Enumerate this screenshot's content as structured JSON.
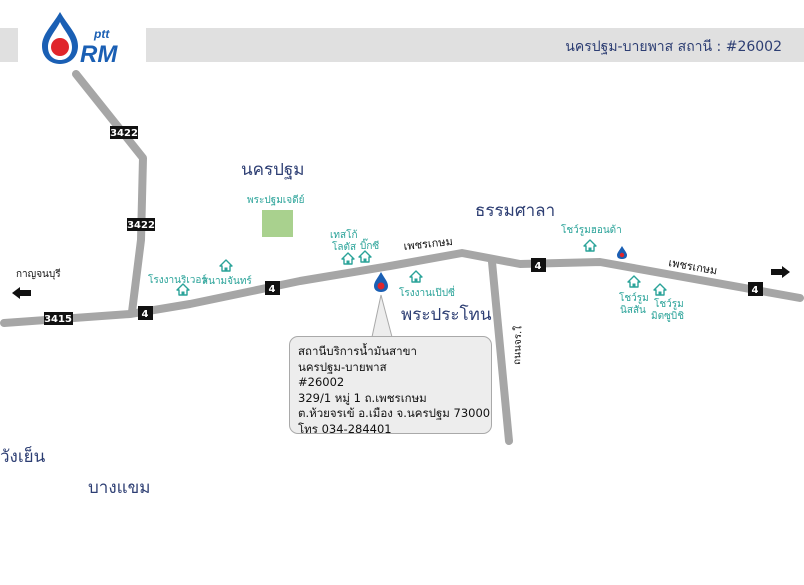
{
  "header": {
    "logo": {
      "text_ptt": "ptt",
      "text_rm": "RM",
      "icon": "ptt-flame-drop-icon"
    },
    "station_title": "นครปฐม-บายพาส สถานี : #26002"
  },
  "colors": {
    "road": "#a6a6a6",
    "header_bar": "#e0e0e0",
    "landmark_teal": "#2aa399",
    "park_green": "#a9d18e",
    "ptt_blue": "#1a5fb4",
    "ptt_red": "#e0252b"
  },
  "map": {
    "route_shields": [
      {
        "label": "3422"
      },
      {
        "label": "3422"
      },
      {
        "label": "3415"
      },
      {
        "label": "4"
      },
      {
        "label": "4"
      },
      {
        "label": "4"
      },
      {
        "label": "4"
      }
    ],
    "area_labels": [
      {
        "text": "นครปฐม"
      },
      {
        "text": "ธรรมศาลา"
      },
      {
        "text": "พระประโทน"
      },
      {
        "text": "วังเย็น"
      },
      {
        "text": "บางแขม"
      }
    ],
    "road_names": {
      "phetkasem_1": "เพชรเกษม",
      "phetkasem_2": "เพชรเกษม",
      "side_road": "ถนนจร.ใ"
    },
    "park": {
      "label": "พระปฐมเจดีย์"
    },
    "directions": {
      "kanchanaburi": "กาญจนบุรี"
    },
    "landmarks": [
      {
        "label": "โรงงานริเวอร์"
      },
      {
        "label": "สนามจันทร์"
      },
      {
        "label_1": "เทสโก้",
        "label_2": "โลตัส"
      },
      {
        "label": "บิ๊กซี"
      },
      {
        "label": "โรงงานเป๊ปซี่"
      },
      {
        "label": "โชว์รูมฮอนด้า"
      },
      {
        "label_1": "โชว์รูม",
        "label_2": "นิสสัน"
      },
      {
        "label_1": "โชว์รูม",
        "label_2": "มิตซูบิชิ"
      }
    ]
  },
  "station_callout": {
    "line1": "สถานีบริการน้ำมันสาขา",
    "line2": "นครปฐม-บายพาส",
    "line3": "#26002",
    "line4": "329/1 หมู่ 1 ถ.เพชรเกษม",
    "line5": "ต.ห้วยจรเข้ อ.เมือง จ.นครปฐม 73000",
    "line6": "โทร 034-284401"
  }
}
